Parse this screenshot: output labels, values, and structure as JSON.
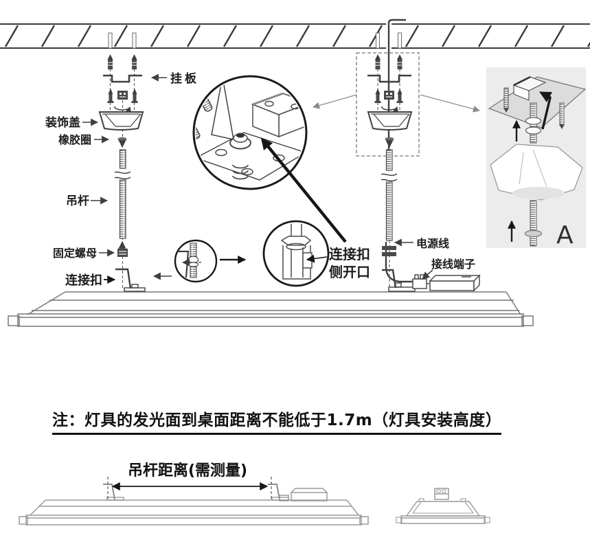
{
  "diagram": {
    "title_hint": "pendant-lamp-installation-diagram",
    "labels": {
      "hanging_plate": "挂板",
      "decorative_cover": "装饰盖",
      "rubber_ring": "橡胶圈",
      "suspension_rod": "吊杆",
      "fixing_nut": "固定螺母",
      "connection_buckle": "连接扣",
      "power_cord": "电源线",
      "wiring_terminal": "接线端子",
      "buckle_side_opening_line1": "连接扣",
      "buckle_side_opening_line2": "侧开口",
      "panel_marker": "A"
    },
    "note": {
      "text": "注：灯具的发光面到桌面距离不能低于1.7m（灯具安装高度）"
    },
    "bottom": {
      "dimension_label": "吊杆距离(需测量)"
    },
    "colors": {
      "line": "#3f3f3f",
      "gray_line": "#999999",
      "bold_text": "#111111",
      "panel_bg": "#ececec"
    }
  }
}
